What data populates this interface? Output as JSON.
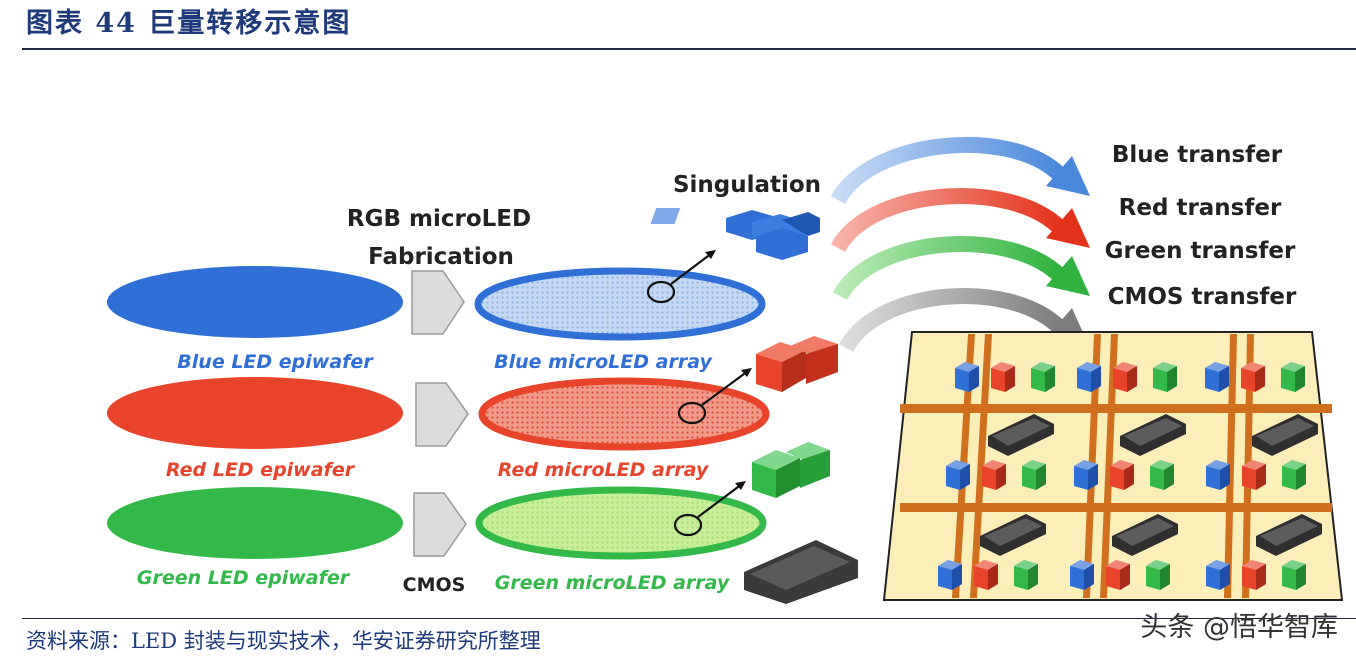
{
  "header": {
    "title": "图表 44 巨量转移示意图"
  },
  "stages": {
    "fabrication_line1": "RGB microLED",
    "fabrication_line2": "Fabrication",
    "singulation": "Singulation",
    "cmos": "CMOS"
  },
  "wafers": {
    "blue": "Blue LED epiwafer",
    "red": "Red LED epiwafer",
    "green": "Green LED epiwafer"
  },
  "arrays": {
    "blue": "Blue microLED array",
    "red": "Red microLED array",
    "green": "Green microLED array"
  },
  "transfers": {
    "blue": "Blue transfer",
    "red": "Red transfer",
    "green": "Green transfer",
    "cmos": "CMOS transfer"
  },
  "colors": {
    "title": "#1f3a7a",
    "blue": "#2f6fd6",
    "red": "#e8432b",
    "green": "#33b84a",
    "gray": "#8a8a8a",
    "board": "#fbeeb8",
    "trace": "#d0701e",
    "chip": "#444444"
  },
  "footer": {
    "source": "资料来源：LED 封装与现实技术，华安证券研究所整理",
    "watermark": "头条 @悟华智库"
  }
}
